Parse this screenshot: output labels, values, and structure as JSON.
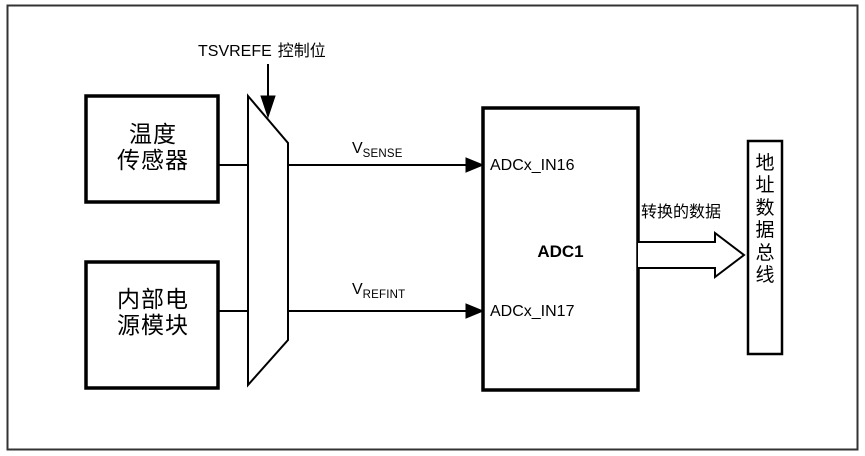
{
  "diagram": {
    "title_label": "TSVREFE 控制位",
    "title_tag": "TSVREFE",
    "title_cn": "控制位",
    "blocks": {
      "temperature_sensor": {
        "label": "温度传感器",
        "line1": "温度",
        "line2": "传感器"
      },
      "internal_power": {
        "label": "内部电源模块",
        "line1": "内部电",
        "line2": "源模块"
      },
      "adc": {
        "name": "ADC1",
        "input_1": "ADCx_IN16",
        "input_2": "ADCx_IN17"
      },
      "bus": {
        "label": "地址数据总线",
        "chars": [
          "地",
          "址",
          "数",
          "据",
          "总",
          "线"
        ]
      }
    },
    "signals": {
      "vsense": {
        "base": "V",
        "sub": "SENSE"
      },
      "vrefint": {
        "base": "V",
        "sub": "REFINT"
      },
      "converted_data": "转换的数据"
    },
    "colors": {
      "stroke": "#000000",
      "background": "#ffffff",
      "frame": "#333333"
    }
  }
}
